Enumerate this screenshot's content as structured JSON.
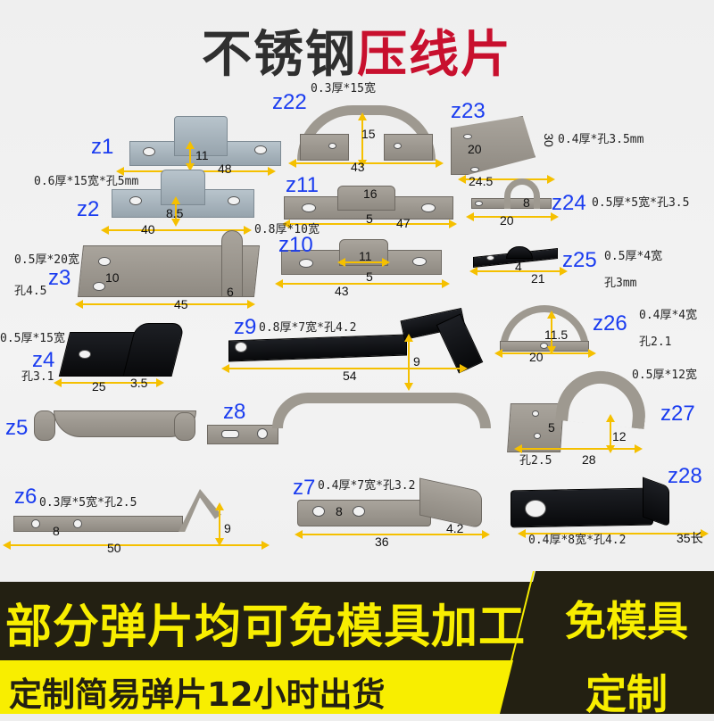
{
  "title": {
    "part1": "不锈钢",
    "part2": "压线片"
  },
  "colors": {
    "title_dark": "#2f2f2f",
    "title_red": "#c8102e",
    "label_blue": "#1a3cf0",
    "dimension_yellow": "#f5c000",
    "banner_dark": "#232012",
    "banner_yellow": "#f8ee00"
  },
  "parts": {
    "z1": {
      "label": "z1",
      "spec": "0.6厚*15宽*孔5mm",
      "dims": [
        "11",
        "48"
      ]
    },
    "z2": {
      "label": "z2",
      "dims": [
        "8.5",
        "40"
      ]
    },
    "z3": {
      "label": "z3",
      "spec": "0.5厚*20宽",
      "spec2": "孔4.5",
      "dims": [
        "10",
        "45",
        "6"
      ]
    },
    "z4": {
      "label": "z4",
      "spec": "0.5厚*15宽",
      "spec2": "孔3.1",
      "dims": [
        "25",
        "3.5"
      ]
    },
    "z5": {
      "label": "z5"
    },
    "z6": {
      "label": "z6",
      "spec": "0.3厚*5宽*孔2.5",
      "dims": [
        "8",
        "50",
        "9"
      ]
    },
    "z7": {
      "label": "z7",
      "spec": "0.4厚*7宽*孔3.2",
      "dims": [
        "8",
        "36",
        "4.2"
      ]
    },
    "z8": {
      "label": "z8"
    },
    "z9": {
      "label": "z9",
      "spec": "0.8厚*7宽*孔4.2",
      "dims": [
        "54",
        "9"
      ]
    },
    "z10": {
      "label": "z10",
      "dims": [
        "11",
        "5",
        "43"
      ]
    },
    "z11": {
      "label": "z11",
      "spec": "0.8厚*10宽",
      "dims": [
        "16",
        "5",
        "47"
      ]
    },
    "z22": {
      "label": "z22",
      "spec": "0.3厚*15宽",
      "dims": [
        "15",
        "43"
      ]
    },
    "z23": {
      "label": "z23",
      "spec": "0.4厚*孔3.5mm",
      "dims": [
        "20",
        "30",
        "24.5"
      ]
    },
    "z24": {
      "label": "z24",
      "spec": "0.5厚*5宽*孔3.5",
      "dims": [
        "8",
        "20"
      ]
    },
    "z25": {
      "label": "z25",
      "spec": "0.5厚*4宽",
      "spec2": "孔3mm",
      "dims": [
        "4",
        "21"
      ]
    },
    "z26": {
      "label": "z26",
      "spec": "0.4厚*4宽",
      "spec2": "孔2.1",
      "dims": [
        "11.5",
        "20"
      ]
    },
    "z27": {
      "label": "z27",
      "spec": "0.5厚*12宽",
      "spec2": "孔2.5",
      "dims": [
        "5",
        "12",
        "28"
      ]
    },
    "z28": {
      "label": "z28",
      "spec": "0.4厚*8宽*孔4.2",
      "dims": [
        "35长"
      ]
    }
  },
  "banner": {
    "headline": "部分弹片均可免模具加工",
    "subline": "定制简易弹片12小时出货",
    "side_line1": "免模具",
    "side_line2": "定制"
  }
}
